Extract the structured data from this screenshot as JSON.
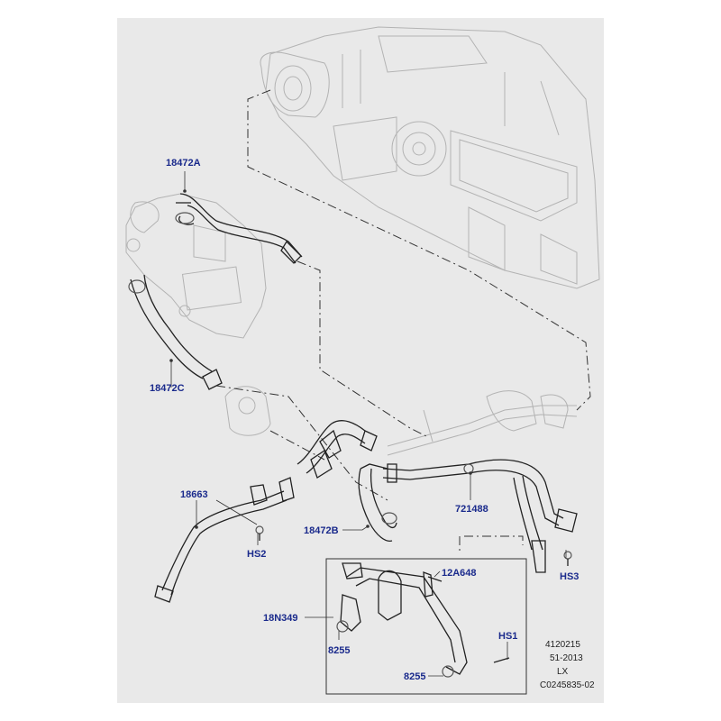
{
  "callouts": {
    "c18472A": "18472A",
    "c18472C": "18472C",
    "c18663": "18663",
    "cHS2": "HS2",
    "c18472B": "18472B",
    "c721488": "721488",
    "cHS3": "HS3",
    "c12A648": "12A648",
    "c18N349": "18N349",
    "c8255a": "8255",
    "c8255b": "8255",
    "cHS1": "HS1"
  },
  "meta": {
    "line1": "4120215",
    "line2": "51-2013",
    "line3": "LX",
    "line4": "C0245835-02"
  },
  "colors": {
    "background": "#e9e9e9",
    "callout": "#1a2a8c",
    "line": "#222222"
  }
}
